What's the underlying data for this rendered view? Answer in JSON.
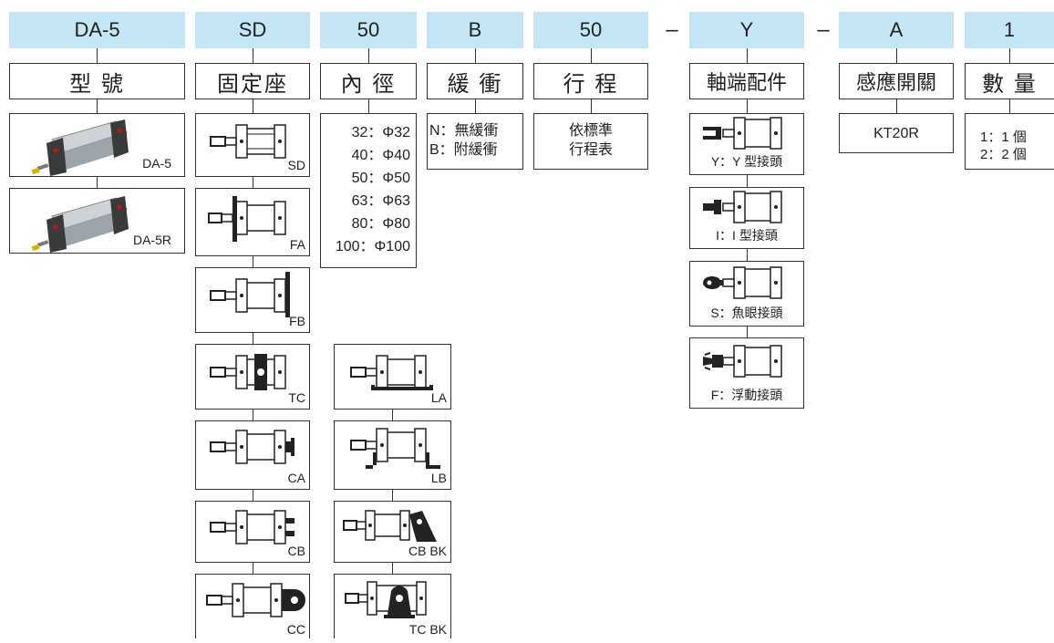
{
  "headers": [
    "DA-5",
    "SD",
    "50",
    "B",
    "50",
    "Y",
    "A",
    "1"
  ],
  "dashes": [
    "–",
    "–"
  ],
  "labels": [
    "型 號",
    "固定座",
    "內 徑",
    "緩 衝",
    "行 程",
    "軸端配件",
    "感應開關",
    "數 量"
  ],
  "models": [
    "DA-5",
    "DA-5R"
  ],
  "mounts": {
    "sd": "SD",
    "fa": "FA",
    "fb": "FB",
    "tc": "TC",
    "ca": "CA",
    "cb": "CB",
    "cc": "CC",
    "la": "LA",
    "lb": "LB",
    "cbbk": "CB BK",
    "tcbk": "TC BK"
  },
  "bores": [
    "32：Φ32",
    "40：Φ40",
    "50：Φ50",
    "63：Φ63",
    "80：Φ80",
    "100：Φ100"
  ],
  "cushion": [
    "N：無緩衝",
    "B：附緩衝"
  ],
  "stroke": [
    "依標準",
    "行程表"
  ],
  "rod_ends": [
    "Y：Y 型接頭",
    "I：I 型接頭",
    "S：魚眼接頭",
    "F：浮動接頭"
  ],
  "sensor": "KT20R",
  "quantity": [
    "1：1 個",
    "2：2 個"
  ],
  "colors": {
    "header_bg": "#c5e6f4",
    "line": "#333333",
    "cylinder": "#b8bcc2",
    "cap": "#3a3a3a",
    "port": "#d01010",
    "rod_tip": "#d6b000"
  }
}
